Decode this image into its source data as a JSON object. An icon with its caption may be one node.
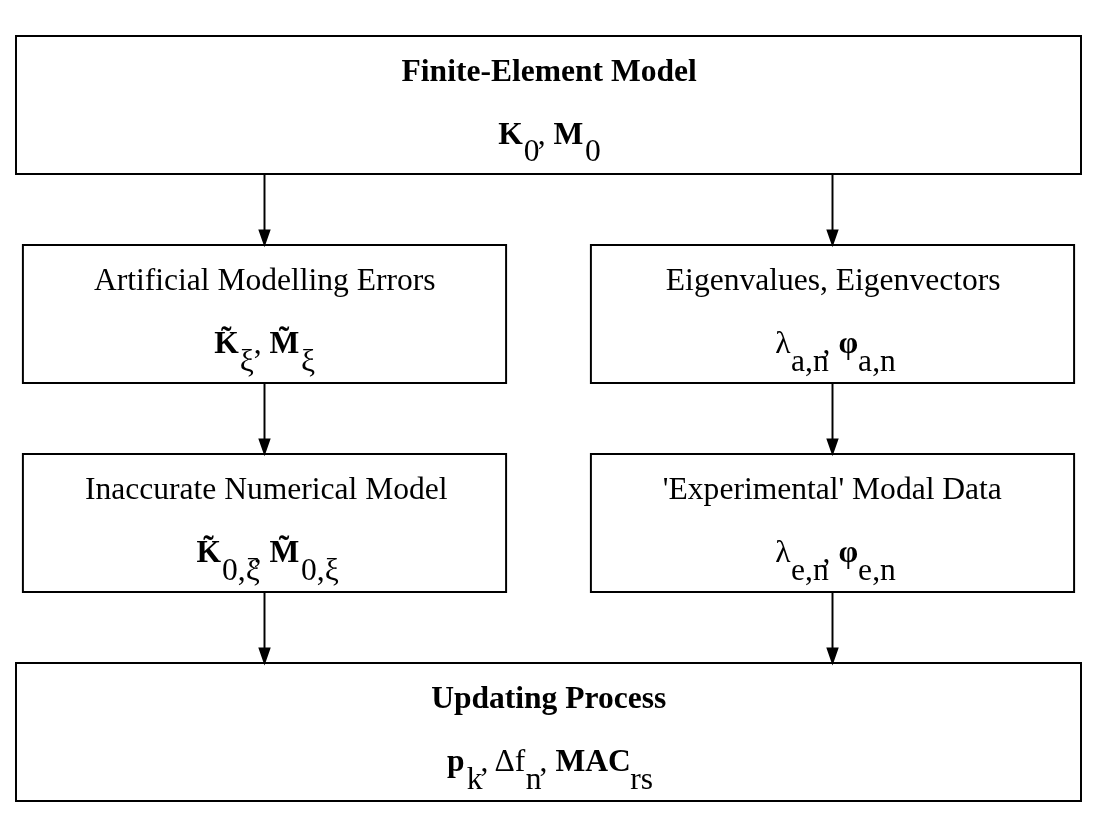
{
  "diagram": {
    "nodes": [
      {
        "text": [
          "Finite-Element Model",
          "**K**$_{0}$, **M**$_{0}$"
        ]
      },
      {
        "text": [
          "Artificial Modelling Errors",
          "**K̃**$_{ξ}$, **M̃**$_{ξ}$"
        ]
      },
      {
        "text": [
          "Eigenvalues, Eigenvectors",
          "λ$_{a,n}$, **φ**$_{a,n}$"
        ]
      },
      {
        "text": [
          "Inaccurate Numerical Model",
          "**K̃**$_{0,ξ}$, **M̃**$_{0,ξ}$"
        ]
      },
      {
        "text": [
          "'Experimental' Modal Data",
          "λ$_{e,n}$, **φ**$_{e,n}$"
        ]
      },
      {
        "text": [
          "Updating Process",
          "**p**$_{k}$, Δf$_{n}$, **MAC**$_{rs}$"
        ]
      }
    ],
    "edges": [
      {
        "from": 0,
        "to": 1,
        "arrow": "to"
      },
      {
        "from": 0,
        "to": 2,
        "arrow": "to"
      },
      {
        "from": 1,
        "to": 3,
        "arrow": "to"
      },
      {
        "from": 2,
        "to": 4,
        "arrow": "to"
      },
      {
        "from": 3,
        "to": 5,
        "arrow": "to"
      },
      {
        "from": 4,
        "to": 5,
        "arrow": "to"
      }
    ]
  }
}
